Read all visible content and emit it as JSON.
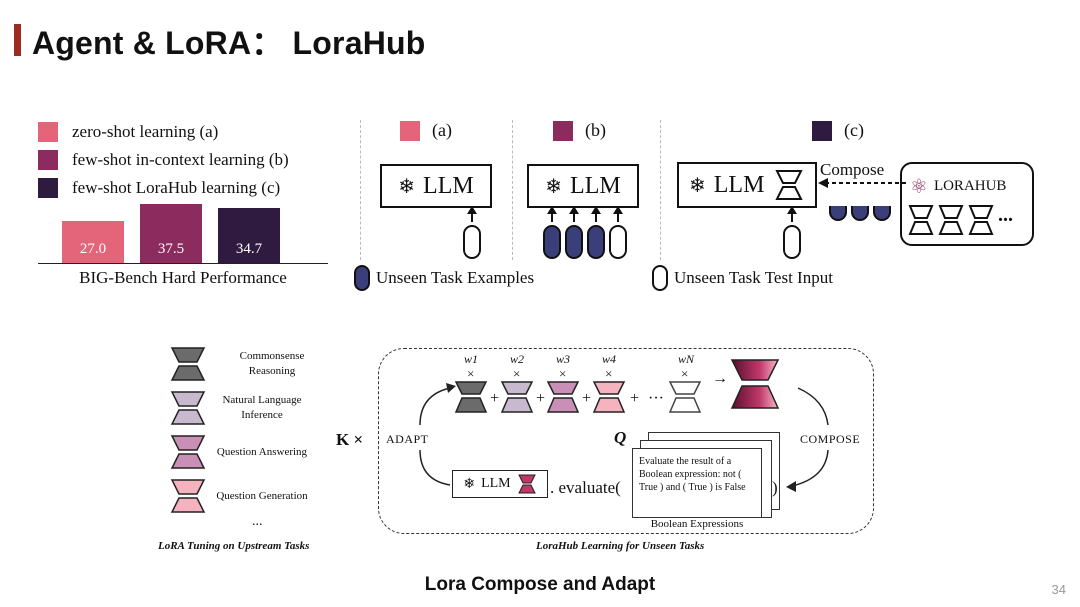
{
  "title": "Agent & LoRA： LoraHub",
  "legend": [
    {
      "label": "zero-shot learning (a)",
      "color": "#e4647a"
    },
    {
      "label": "few-shot in-context learning (b)",
      "color": "#8c2c5e"
    },
    {
      "label": "few-shot LoraHub learning (c)",
      "color": "#2e1b3f"
    }
  ],
  "chart_data": {
    "type": "bar",
    "categories": [
      "zero-shot learning (a)",
      "few-shot in-context learning (b)",
      "few-shot LoraHub learning (c)"
    ],
    "values": [
      27.0,
      37.5,
      34.7
    ],
    "value_labels": [
      "27.0",
      "37.5",
      "34.7"
    ],
    "colors": [
      "#e4647a",
      "#8c2c5e",
      "#2e1b3f"
    ],
    "xlabel": "BIG-Bench Hard Performance"
  },
  "panels": {
    "a_label": "(a)",
    "b_label": "(b)",
    "c_label": "(c)",
    "llm": "LLM",
    "compose": "Compose",
    "lorahub": "LORAHUB",
    "ellipsis": "...",
    "unseen_examples": "Unseen Task Examples",
    "unseen_input": "Unseen Task Test Input"
  },
  "upstream": {
    "items": [
      {
        "label": "Commonsense Reasoning",
        "color": "#6b6b6b"
      },
      {
        "label": "Natural Language Inference",
        "color": "#c9b9cf"
      },
      {
        "label": "Question Answering",
        "color": "#c98fb6"
      },
      {
        "label": "Question Generation",
        "color": "#f5b3bf"
      }
    ],
    "more": "...",
    "caption": "LoRA Tuning on Upstream Tasks"
  },
  "lorahub_learning": {
    "k": "K ×",
    "adapt": "ADAPT",
    "compose": "COMPOSE",
    "weights": [
      "w1",
      "w2",
      "w3",
      "w4",
      "wN"
    ],
    "times": "×",
    "plus": "+",
    "dots": "···",
    "arrow": "→",
    "q": "Q",
    "llm": "LLM",
    "evaluate": ". evaluate(",
    "close_paren": ")",
    "card_text": "Evaluate the result of a Boolean expression: not ( True ) and ( True ) is False",
    "card_caption": "Boolean Expressions",
    "caption": "LoraHub Learning for Unseen Tasks"
  },
  "footer": "Lora Compose and Adapt",
  "page_number": "34"
}
